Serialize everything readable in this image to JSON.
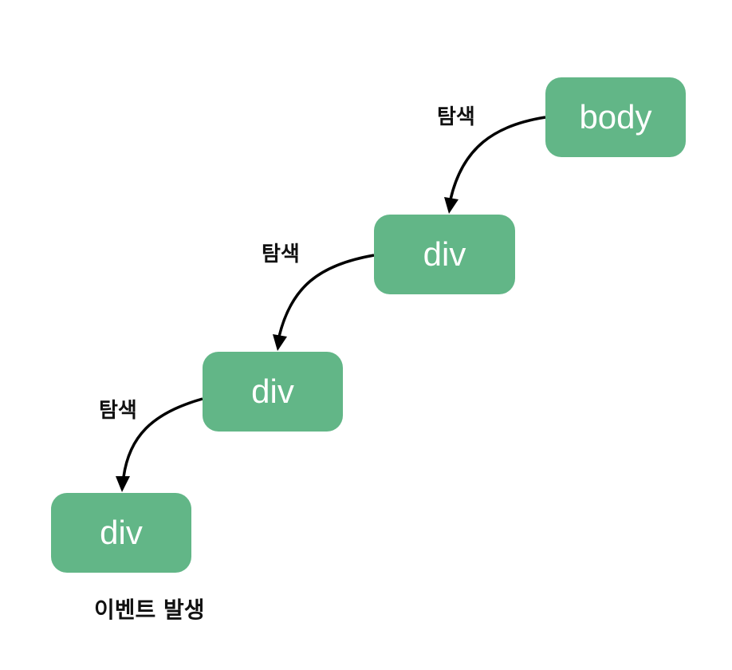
{
  "nodes": [
    {
      "id": "body",
      "label": "body"
    },
    {
      "id": "div-1",
      "label": "div"
    },
    {
      "id": "div-2",
      "label": "div"
    },
    {
      "id": "div-3",
      "label": "div"
    }
  ],
  "edges": [
    {
      "from": "body",
      "to": "div-1",
      "label": "탐색"
    },
    {
      "from": "div-1",
      "to": "div-2",
      "label": "탐색"
    },
    {
      "from": "div-2",
      "to": "div-3",
      "label": "탐색"
    }
  ],
  "caption": "이벤트 발생",
  "colors": {
    "node_fill": "#62b687",
    "node_text": "#ffffff",
    "arrow": "#000000",
    "label_text": "#111111"
  }
}
